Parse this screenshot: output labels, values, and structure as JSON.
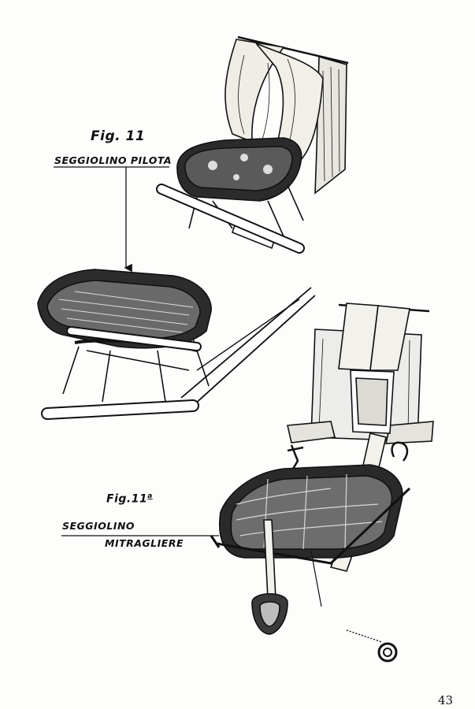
{
  "captions": {
    "fig11": "Fig. 11",
    "seggiolino_pilota": "SEGGIOLINO PILOTA",
    "fig11a_main": "Fig.11",
    "fig11a_sup": "a",
    "seggiolino": "SEGGIOLINO",
    "mitragliere": "MITRAGLIERE"
  },
  "page_number": "43"
}
